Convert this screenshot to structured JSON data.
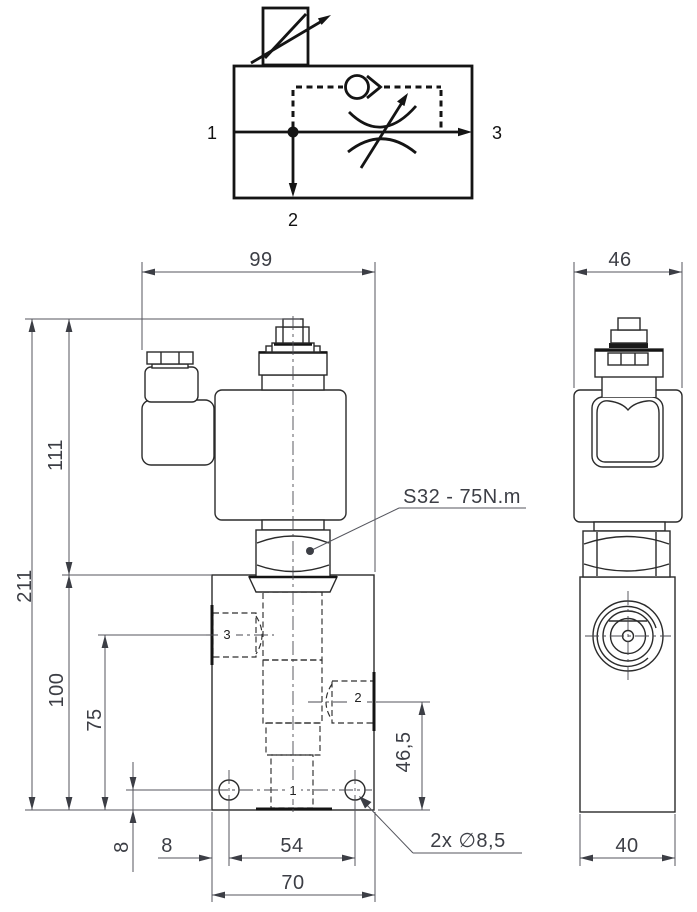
{
  "drawing": {
    "schematic": {
      "port1": "1",
      "port2": "2",
      "port3": "3"
    },
    "front_view": {
      "port1": "1",
      "port2": "2",
      "port3": "3",
      "dims": {
        "overall_width": "99",
        "overall_height": "211",
        "coil_section_height": "111",
        "body_height": "100",
        "port3_center_height": "75",
        "hole_center_height": "8",
        "hole_edge_offset": "8",
        "hole_spacing": "54",
        "body_width": "70",
        "port2_center_height": "46,5"
      },
      "notes": {
        "torque": "S32 - 75N.m",
        "mounting_holes": "2x ∅8,5"
      }
    },
    "side_view": {
      "dims": {
        "coil_width": "46",
        "body_width": "40"
      }
    },
    "colors": {
      "line": "#2b2b2b",
      "dimension": "#3c3e45",
      "symbol": "#141414",
      "background": "#ffffff"
    }
  }
}
